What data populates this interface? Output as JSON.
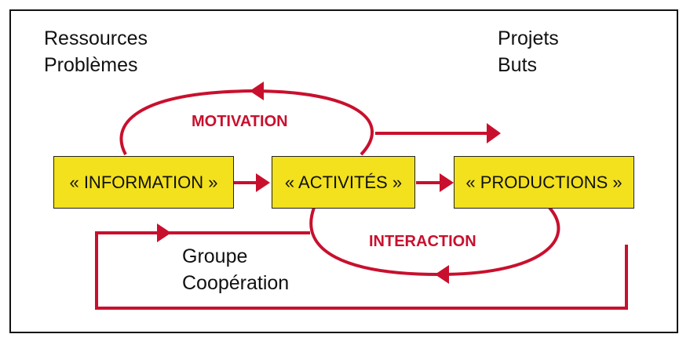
{
  "corner_labels": {
    "top_left": [
      "Ressources",
      "Problèmes"
    ],
    "top_right": [
      "Projets",
      "Buts"
    ],
    "bottom": [
      "Groupe",
      "Coopération"
    ]
  },
  "boxes": {
    "information": "« INFORMATION »",
    "activites": "« ACTIVITÉS »",
    "productions": "« PRODUCTIONS »"
  },
  "loops": {
    "motivation": "MOTIVATION",
    "interaction": "INTERACTION"
  },
  "colors": {
    "arrow": "#c8102e",
    "box_fill": "#f2e11c"
  }
}
